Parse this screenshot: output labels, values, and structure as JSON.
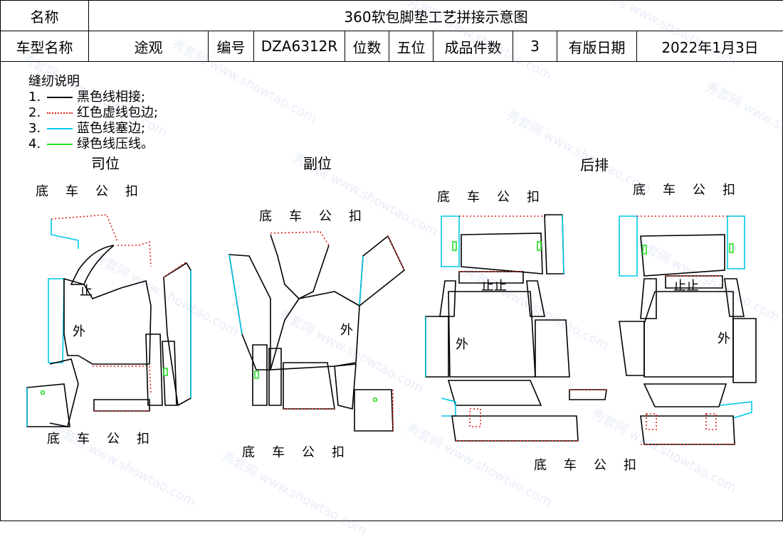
{
  "header": {
    "name_label": "名称",
    "title": "360软包脚垫工艺拼接示意图",
    "model_label": "车型名称",
    "model_value": "途观",
    "code_label": "编号",
    "code_value": "DZA6312R",
    "seat_label": "位数",
    "seat_value": "五位",
    "pieces_label": "成品件数",
    "pieces_value": "3",
    "date_label": "有版日期",
    "date_value": "2022年1月3日"
  },
  "legend": {
    "title": "缝纫说明",
    "items": [
      {
        "num": "1.",
        "text": "黑色线相接;",
        "color": "#000000"
      },
      {
        "num": "2.",
        "text": "红色虚线包边;",
        "color": "#e0201a"
      },
      {
        "num": "3.",
        "text": "蓝色线塞边;",
        "color": "#00c8e8"
      },
      {
        "num": "4.",
        "text": "绿色线压线。",
        "color": "#22dd22"
      }
    ]
  },
  "sections": {
    "driver": "司位",
    "passenger": "副位",
    "rear": "后排"
  },
  "labels": {
    "bottom_buckle": "底车公扣",
    "stop": "止",
    "outer": "外",
    "stop_pair": "止止"
  },
  "watermark": "秀套网 www.showtao.com"
}
